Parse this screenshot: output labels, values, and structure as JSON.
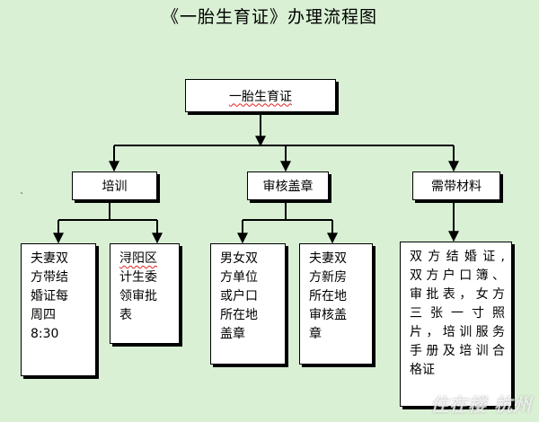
{
  "title": "《一胎生育证》办理流程图",
  "root": {
    "label": "一胎生育证"
  },
  "categories": [
    {
      "label": "培训"
    },
    {
      "label": "审核盖章"
    },
    {
      "label": "需带材料"
    }
  ],
  "details": [
    {
      "lines": [
        "夫妻双",
        "方带结",
        "婚证每",
        "周四",
        "8:30"
      ]
    },
    {
      "lines": [
        "浔阳区",
        "计生委",
        "领审批",
        "表"
      ]
    },
    {
      "lines": [
        "男女双",
        "方单位",
        "或户口",
        "所在地",
        "盖章"
      ]
    },
    {
      "lines": [
        "夫妻双",
        "方新房",
        "所在地",
        "审核盖",
        "章"
      ]
    },
    {
      "lines": [
        "双方结婚证,",
        "双方户口簿、",
        "审批表，女方",
        "三张一寸照",
        "片，培训服务",
        "手册及培训合",
        "格证"
      ]
    }
  ],
  "margin_mark": "`",
  "watermark": "住在楼 杭州",
  "colors": {
    "background": "#d9f0d4",
    "box": "#ffffff",
    "line": "#000000"
  }
}
